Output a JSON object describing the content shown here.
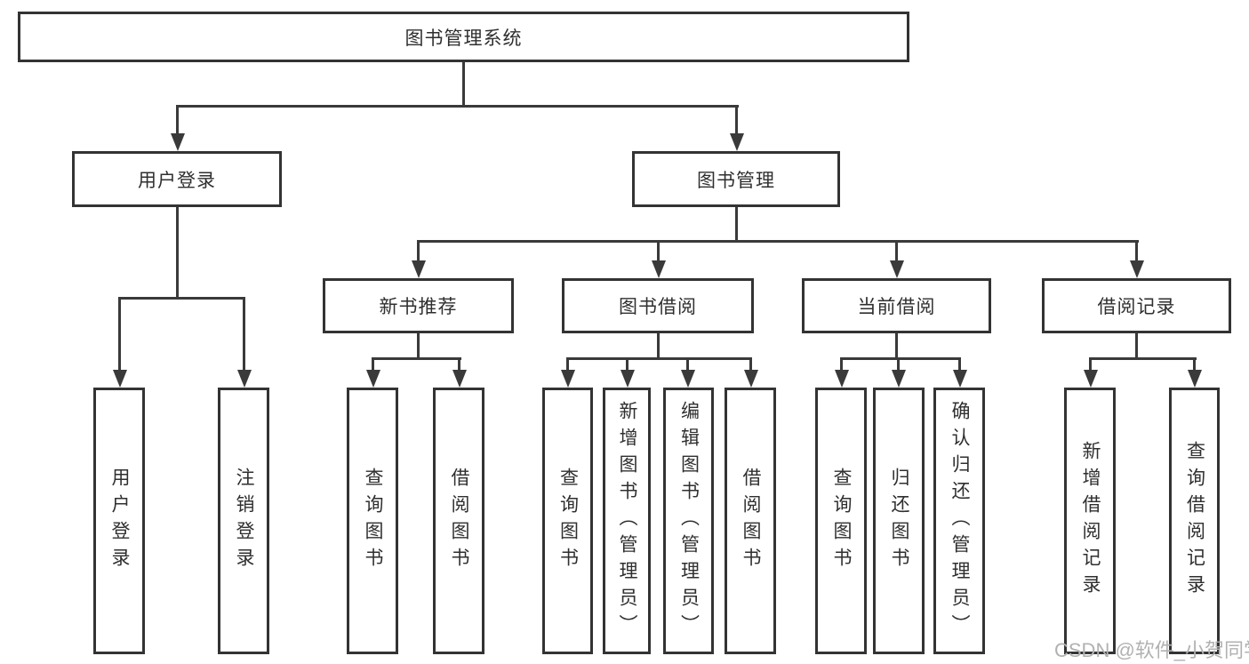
{
  "nodes": {
    "root": {
      "label": "图书管理系统"
    },
    "user_login": {
      "label": "用户登录"
    },
    "book_mgmt": {
      "label": "图书管理"
    },
    "new_book_rec": {
      "label": "新书推荐"
    },
    "book_borrow": {
      "label": "图书借阅"
    },
    "current_borrow": {
      "label": "当前借阅"
    },
    "borrow_records": {
      "label": "借阅记录"
    },
    "leaf_user_login": {
      "label": "用户登录"
    },
    "leaf_logout": {
      "label": "注销登录"
    },
    "leaf_nbr_query": {
      "label": "查询图书"
    },
    "leaf_nbr_borrow": {
      "label": "借阅图书"
    },
    "leaf_bb_query": {
      "label": "查询图书"
    },
    "leaf_bb_add": {
      "label": "新增图书（管理员）"
    },
    "leaf_bb_edit": {
      "label": "编辑图书（管理员）"
    },
    "leaf_bb_borrow": {
      "label": "借阅图书"
    },
    "leaf_cb_query": {
      "label": "查询图书"
    },
    "leaf_cb_return": {
      "label": "归还图书"
    },
    "leaf_cb_confirm": {
      "label": "确认归还（管理员）"
    },
    "leaf_br_add": {
      "label": "新增借阅记录"
    },
    "leaf_br_query": {
      "label": "查询借阅记录"
    }
  },
  "hierarchy": {
    "图书管理系统": [
      "用户登录",
      "图书管理"
    ],
    "用户登录": [
      "用户登录",
      "注销登录"
    ],
    "图书管理": [
      "新书推荐",
      "图书借阅",
      "当前借阅",
      "借阅记录"
    ],
    "新书推荐": [
      "查询图书",
      "借阅图书"
    ],
    "图书借阅": [
      "查询图书",
      "新增图书（管理员）",
      "编辑图书（管理员）",
      "借阅图书"
    ],
    "当前借阅": [
      "查询图书",
      "归还图书",
      "确认归还（管理员）"
    ],
    "借阅记录": [
      "新增借阅记录",
      "查询借阅记录"
    ]
  },
  "watermark": {
    "text": "CSDN @软件_小贺同学"
  },
  "colors": {
    "line": "#3a3a3a",
    "box_border": "#333333",
    "text": "#2f2f2f",
    "watermark": "#b2b1b1",
    "background": "#ffffff"
  }
}
